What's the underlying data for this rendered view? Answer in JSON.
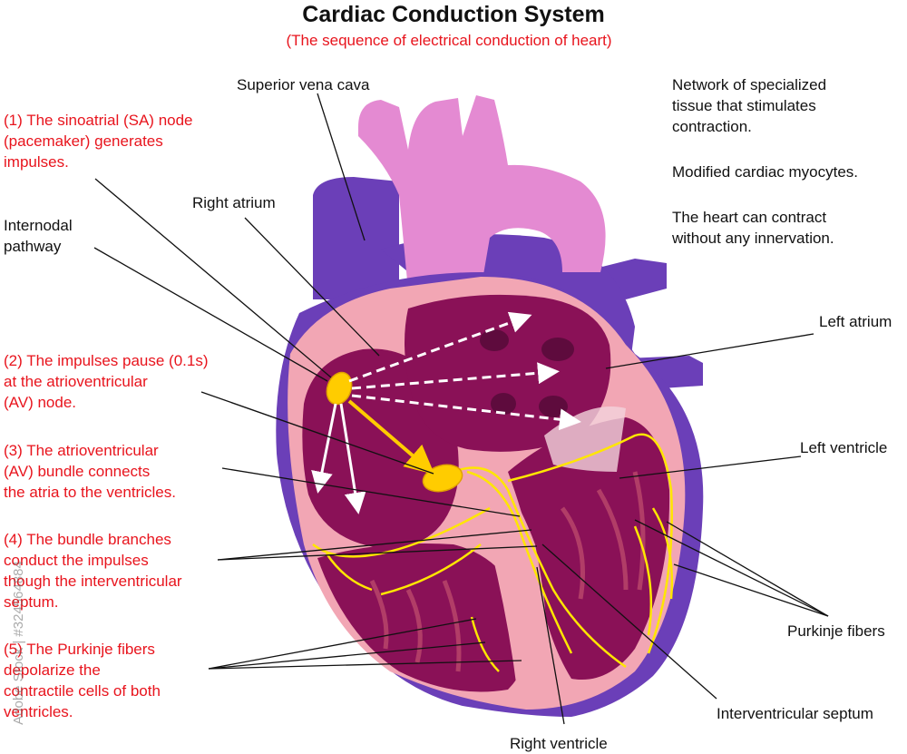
{
  "title": "Cardiac Conduction System",
  "subtitle": "(The sequence of electrical conduction of heart)",
  "colors": {
    "red_text": "#e8141d",
    "aorta": "#e48ad2",
    "vena_cava": "#6b3fb8",
    "myocardium": "#f2a6b4",
    "chamber": "#8a1157",
    "node": "#ffcc00",
    "purkinje": "#ffe600"
  },
  "steps": {
    "s1": "(1) The sinoatrial (SA) node\n(pacemaker) generates\nimpulses.",
    "s2": "(2) The impulses pause (0.1s)\nat the atrioventricular\n(AV) node.",
    "s3": "(3) The atrioventricular\n(AV) bundle connects\nthe atria to the ventricles.",
    "s4": "(4) The bundle branches\nconduct the impulses\nthough the interventricular\nseptum.",
    "s5": "(5) The Purkinje fibers\ndepolarize the\ncontractile cells of both\nventricles."
  },
  "labels": {
    "superior_vena_cava": "Superior vena cava",
    "right_atrium": "Right atrium",
    "internodal": "Internodal\npathway",
    "left_atrium": "Left atrium",
    "left_ventricle": "Left ventricle",
    "purkinje_fibers": "Purkinje fibers",
    "interventricular_septum": "Interventricular septum",
    "right_ventricle": "Right ventricle"
  },
  "notes": {
    "n1": "Network of specialized\ntissue that stimulates\ncontraction.",
    "n2": "Modified cardiac myocytes.",
    "n3": "The heart can contract\nwithout any innervation."
  },
  "watermark": "Adobe Stock | #324564884"
}
